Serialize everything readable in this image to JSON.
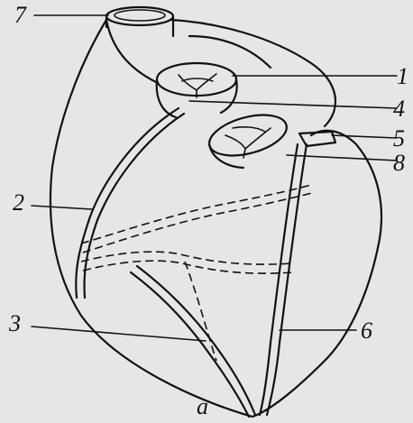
{
  "labels": {
    "n7": "7",
    "n1": "1",
    "n4": "4",
    "n5": "5",
    "n8": "8",
    "n2": "2",
    "n3": "3",
    "n6": "6"
  },
  "caption": "a"
}
